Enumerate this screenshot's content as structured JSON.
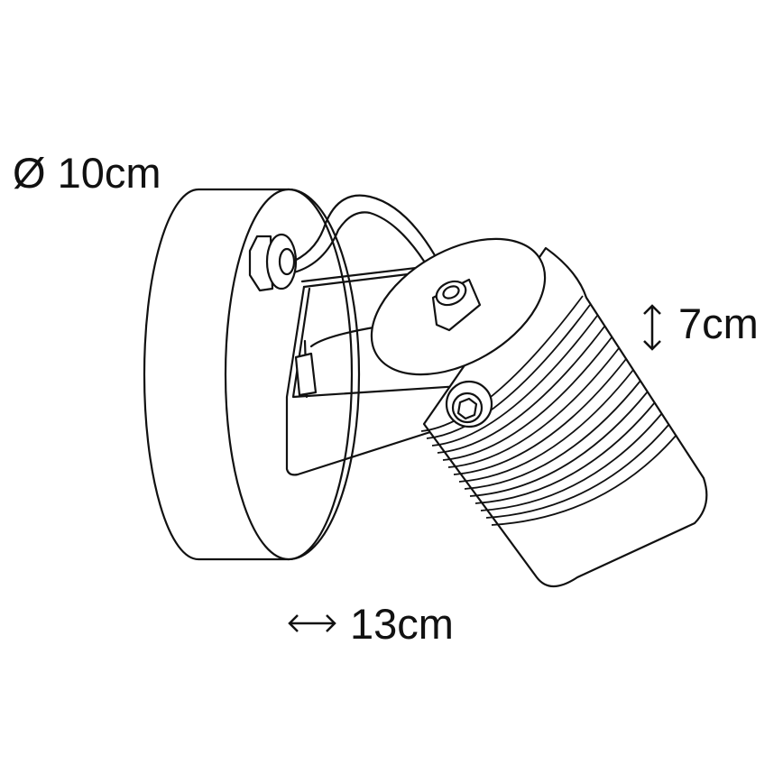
{
  "figure": {
    "subject": "wall spotlight with round wall plate, bracket and ribbed cylindrical lamp head",
    "line_color": "#111111",
    "background": "#ffffff"
  },
  "dimensions": {
    "diameter": {
      "symbol": "Ø",
      "text": "Ø 10cm"
    },
    "height": {
      "arrow": "↕",
      "text": "7cm"
    },
    "width": {
      "arrow": "↔",
      "text": "13cm"
    }
  }
}
